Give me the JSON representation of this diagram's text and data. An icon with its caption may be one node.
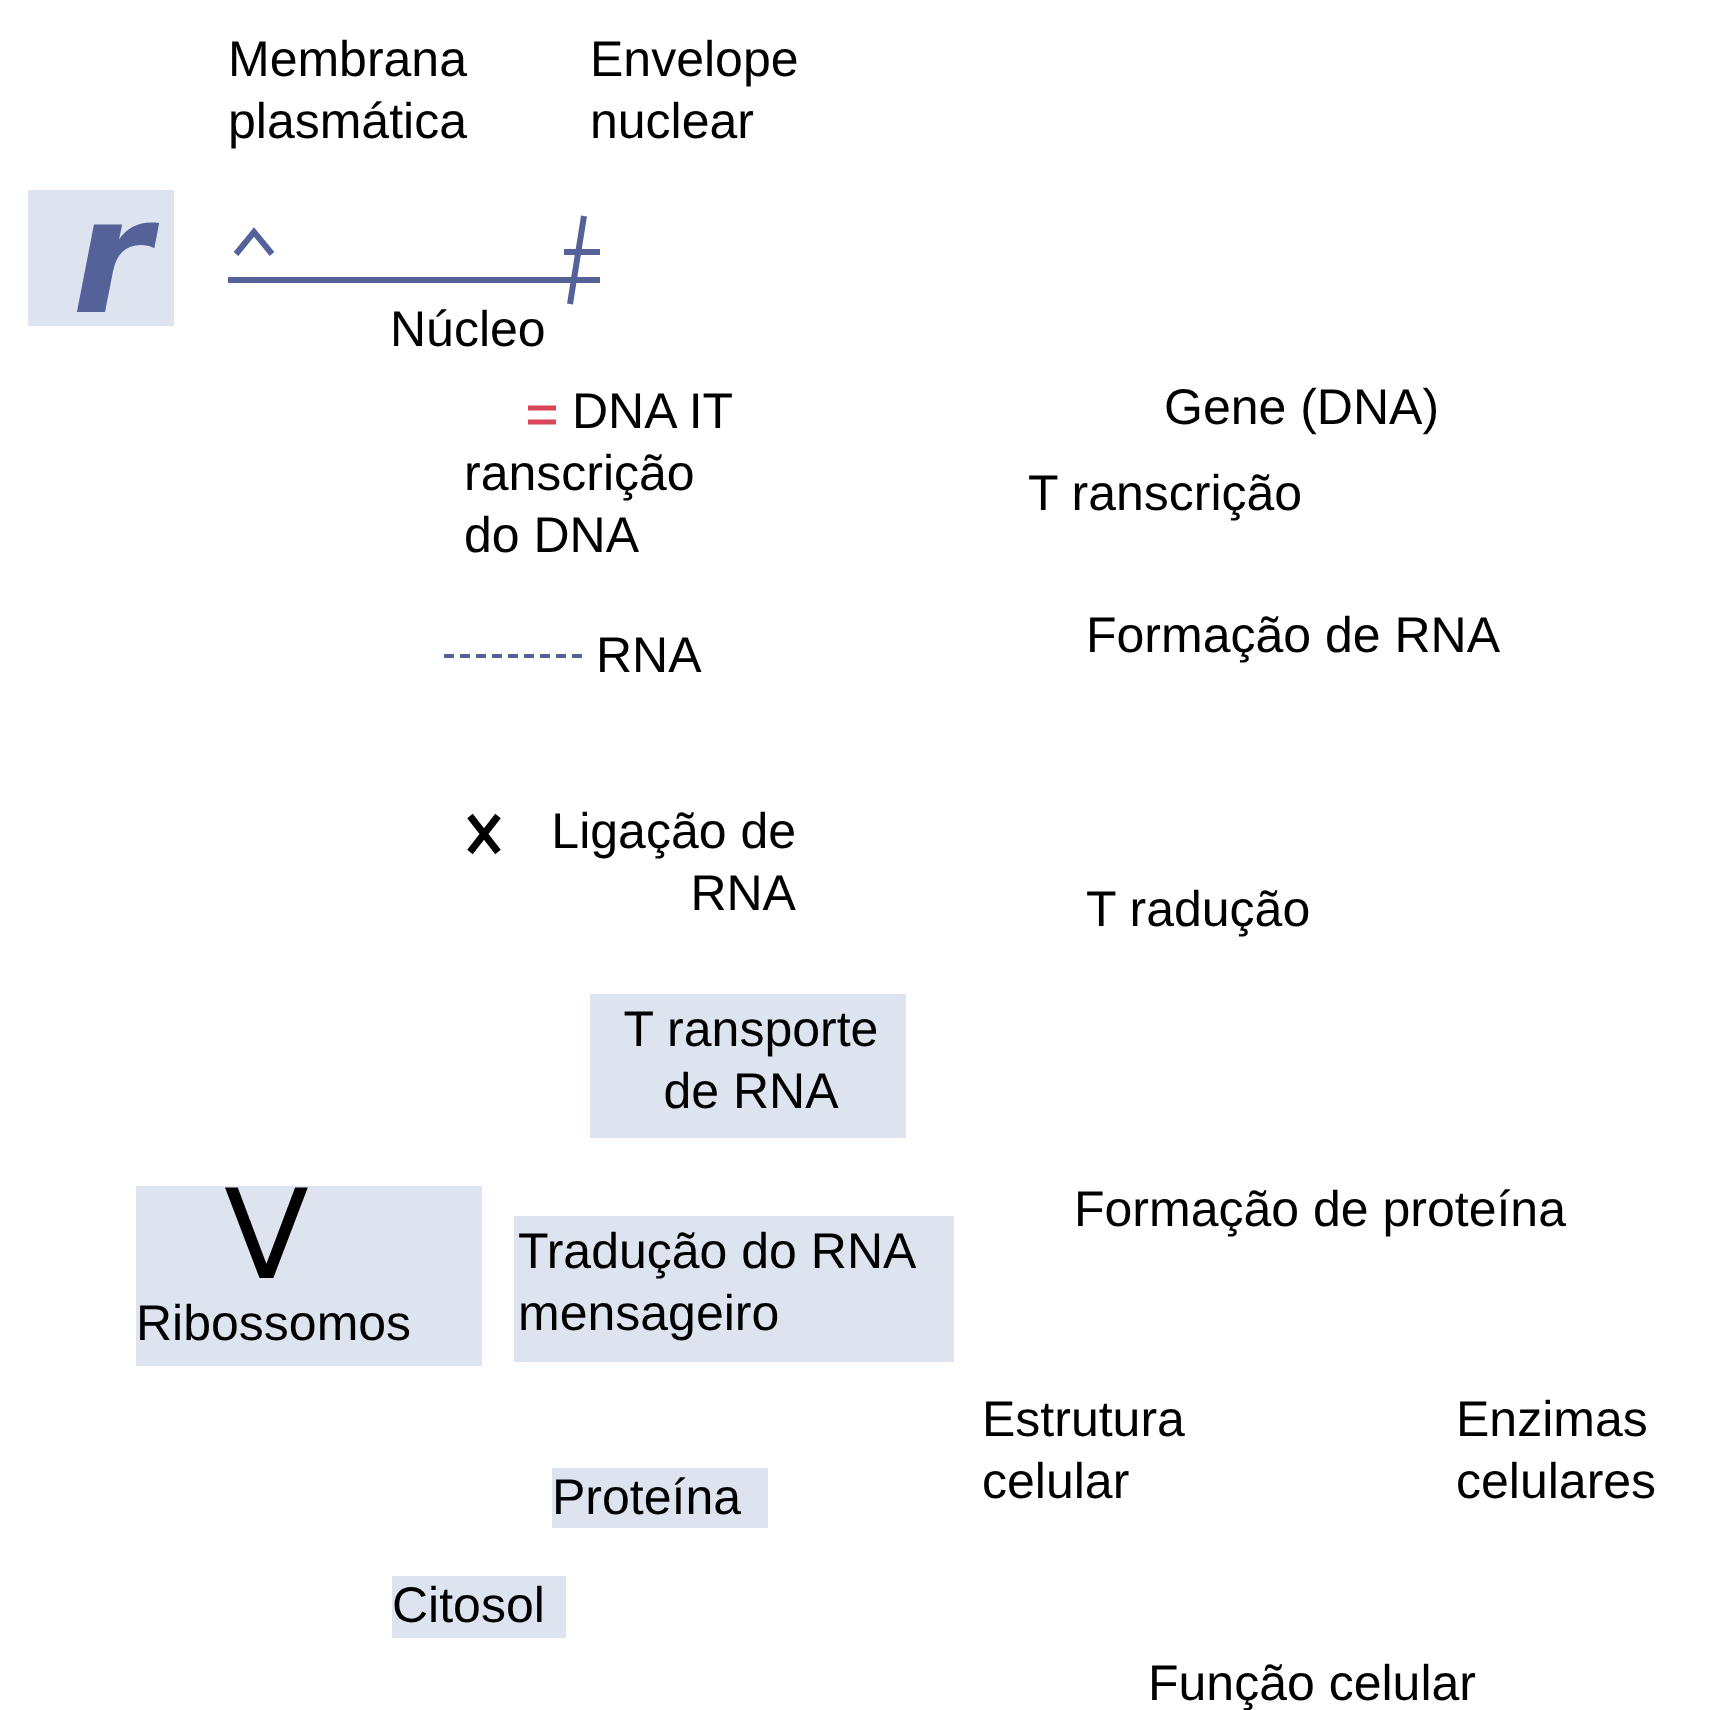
{
  "diagram": {
    "nodes": [
      {
        "text": [
          "r"
        ]
      },
      {
        "text": [
          "T ransporte de RNA"
        ]
      },
      {
        "text": [
          "V",
          "Ribossomos"
        ]
      },
      {
        "text": [
          "Tradução do RNA mensageiro"
        ]
      },
      {
        "text": [
          "Proteína"
        ]
      },
      {
        "text": [
          "Citosol"
        ]
      }
    ],
    "labels": [
      "Membrana plasmática",
      "Envelope nuclear",
      "Núcleo",
      "Gene (DNA)",
      "T ranscrição",
      "Formação de RNA",
      "T radução",
      "Formação de proteína",
      "Estrutura celular",
      "Enzimas celulares",
      "Função celular"
    ],
    "legend": [
      {
        "text": "DNA IT ranscrição do DNA"
      },
      {
        "text": "RNA"
      },
      {
        "text": "Ligação de RNA"
      }
    ]
  }
}
